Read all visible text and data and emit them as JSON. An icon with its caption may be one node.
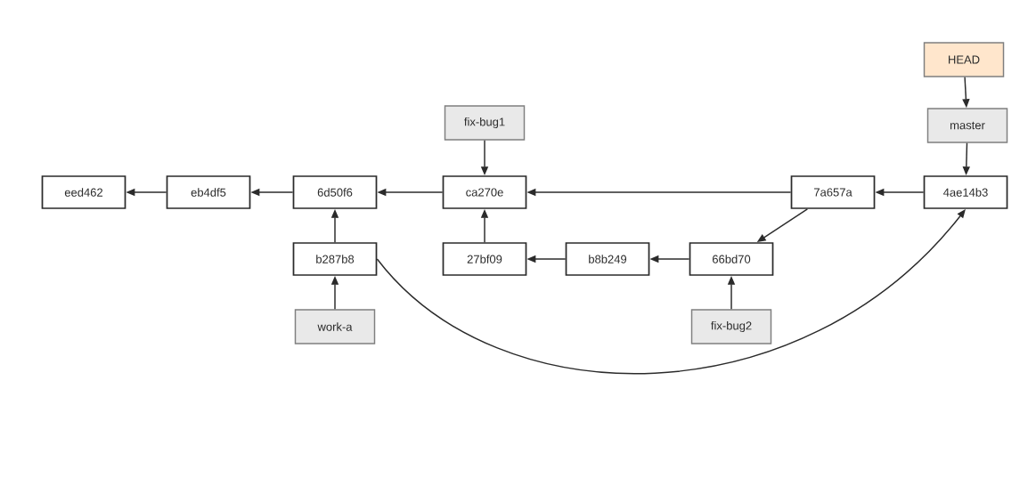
{
  "diagram": {
    "nodes": [
      {
        "text": [
          "HEAD"
        ]
      },
      {
        "text": [
          "fix-bug1"
        ]
      },
      {
        "text": [
          "master"
        ]
      },
      {
        "text": [
          "eed462"
        ]
      },
      {
        "text": [
          "eb4df5"
        ]
      },
      {
        "text": [
          "6d50f6"
        ]
      },
      {
        "text": [
          "ca270e"
        ]
      },
      {
        "text": [
          "7a657a"
        ]
      },
      {
        "text": [
          "4ae14b3"
        ]
      },
      {
        "text": [
          "b287b8"
        ]
      },
      {
        "text": [
          "27bf09"
        ]
      },
      {
        "text": [
          "b8b249"
        ]
      },
      {
        "text": [
          "66bd70"
        ]
      },
      {
        "text": [
          "work-a"
        ]
      },
      {
        "text": [
          "fix-bug2"
        ]
      }
    ],
    "edges": [
      {
        "from": 0,
        "to": 2,
        "arrow": "to"
      },
      {
        "from": 2,
        "to": 8,
        "arrow": "to"
      },
      {
        "from": 1,
        "to": 6,
        "arrow": "to"
      },
      {
        "from": 8,
        "to": 7,
        "arrow": "to"
      },
      {
        "from": 7,
        "to": 6,
        "arrow": "to"
      },
      {
        "from": 6,
        "to": 5,
        "arrow": "to"
      },
      {
        "from": 5,
        "to": 4,
        "arrow": "to"
      },
      {
        "from": 4,
        "to": 3,
        "arrow": "to"
      },
      {
        "from": 9,
        "to": 5,
        "arrow": "to"
      },
      {
        "from": 13,
        "to": 9,
        "arrow": "to"
      },
      {
        "from": 10,
        "to": 6,
        "arrow": "to"
      },
      {
        "from": 11,
        "to": 10,
        "arrow": "to"
      },
      {
        "from": 12,
        "to": 11,
        "arrow": "to"
      },
      {
        "from": 7,
        "to": 12,
        "arrow": "to"
      },
      {
        "from": 14,
        "to": 12,
        "arrow": "to"
      },
      {
        "from": 9,
        "to": 8,
        "arrow": "to"
      }
    ]
  }
}
